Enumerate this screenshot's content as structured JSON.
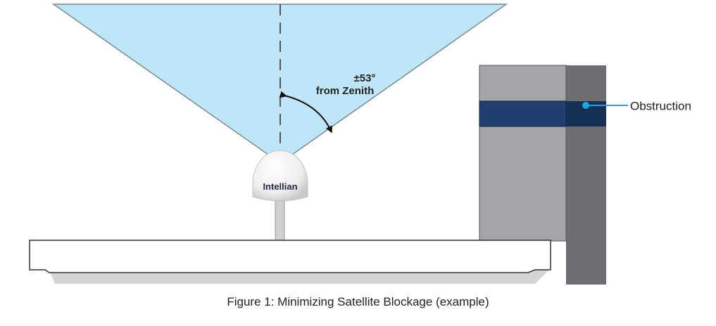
{
  "diagram": {
    "angle_label_line1": "±53°",
    "angle_label_line2": "from Zenith",
    "antenna_brand": "Intellian",
    "obstruction_label": "Obstruction",
    "caption": "Figure 1: Minimizing Satellite Blockage (example)"
  },
  "colors": {
    "cone_fill": "#bfe6f8",
    "cone_stroke": "#7a8a93",
    "building_light": "#a3a5a8",
    "building_dark": "#6d6e71",
    "obstruction_band": "#1f3f6e",
    "obstruction_band_dark": "#162f55",
    "leader_line": "#1aa7e8",
    "deck_shadow": "#d4d4d4"
  }
}
